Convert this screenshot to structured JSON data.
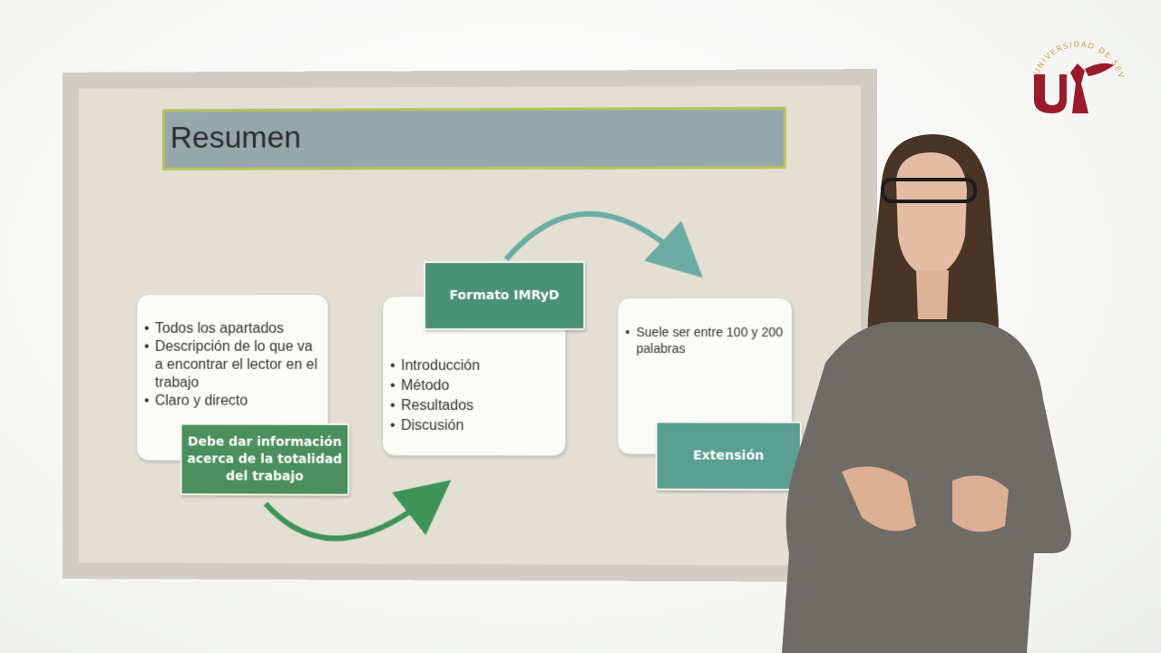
{
  "slide": {
    "title": "Resumen",
    "card_left": {
      "items": [
        "Todos los apartados",
        "Descripción de lo que va a encontrar el lector en el trabajo",
        "Claro y directo"
      ],
      "tag": "Debe dar información acerca de la totalidad del trabajo"
    },
    "card_middle": {
      "items": [
        "Introducción",
        "Método",
        "Resultados",
        "Discusión"
      ],
      "tag": "Formato IMRyD"
    },
    "card_right": {
      "items": [
        "Suele ser entre 100 y 200 palabras"
      ],
      "tag": "Extensión"
    }
  },
  "colors": {
    "title_bar": "#95a7ab",
    "title_border": "#b6c45a",
    "tag_green": "#4a8f5c",
    "tag_teal": "#4a9077",
    "tag_teal_light": "#5a9e92",
    "arrow_green": "#3e9256",
    "arrow_teal": "#6aaba3",
    "logo_red": "#9a1b2b",
    "logo_gold": "#c8a24a"
  },
  "logo": {
    "name": "universidad-de-sevilla-logo",
    "arc_text": "UNIVERSIDAD DE SEVILLA"
  }
}
